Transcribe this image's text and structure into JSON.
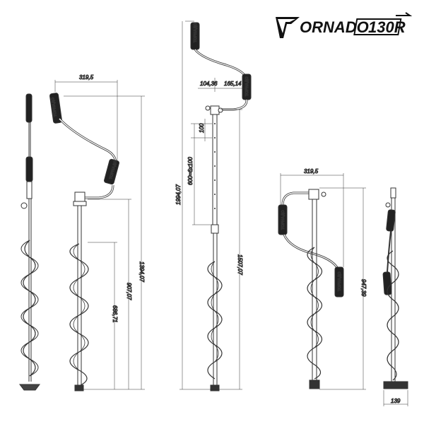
{
  "logo": {
    "text": "ORNADO",
    "model": "130R"
  },
  "grip_label": "ТОРНАДО",
  "views": {
    "side_narrow": {},
    "front_long_crank": {
      "dim_width": "319,5",
      "dim_overall": "1394,07",
      "dim_auger": "907,07",
      "dim_spiral": "686,71"
    },
    "extended": {
      "dim_left": "104,36",
      "dim_right": "165,14",
      "dim_step": "100",
      "dim_holes": "600=6x100",
      "dim_total": "1994,07",
      "dim_lower": "1507,07"
    },
    "folded": {
      "dim_width": "319,5",
      "dim_height": "947,39"
    },
    "side_folded": {
      "dim_base": "139"
    }
  }
}
